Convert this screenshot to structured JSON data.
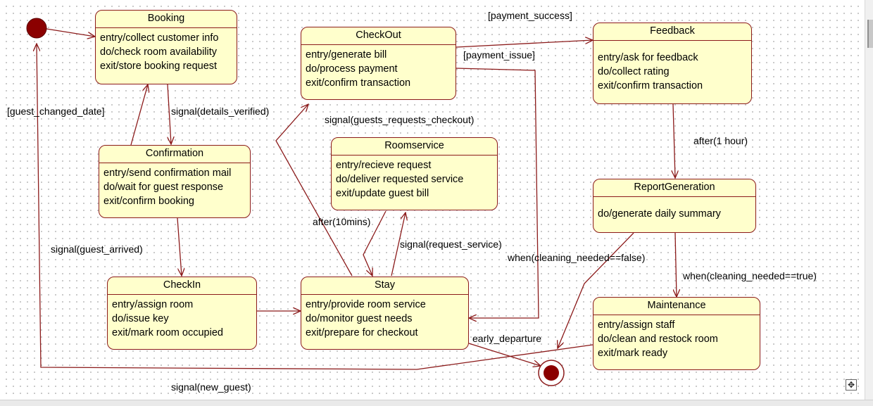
{
  "states": {
    "booking": {
      "name": "Booking",
      "activities": [
        "entry/collect customer info",
        "do/check room availability",
        "exit/store booking request"
      ]
    },
    "confirmation": {
      "name": "Confirmation",
      "activities": [
        "entry/send confirmation mail",
        "do/wait for guest response",
        "exit/confirm booking"
      ]
    },
    "checkin": {
      "name": "CheckIn",
      "activities": [
        "entry/assign room",
        "do/issue key",
        "exit/mark room occupied"
      ]
    },
    "checkout": {
      "name": "CheckOut",
      "activities": [
        "entry/generate bill",
        "do/process payment",
        "exit/confirm transaction"
      ]
    },
    "roomservice": {
      "name": "Roomservice",
      "activities": [
        "entry/recieve request",
        "do/deliver requested service",
        "exit/update guest bill"
      ]
    },
    "stay": {
      "name": "Stay",
      "activities": [
        "entry/provide room service",
        "do/monitor guest needs",
        "exit/prepare for checkout"
      ]
    },
    "feedback": {
      "name": "Feedback",
      "activities": [
        "entry/ask for feedback",
        "do/collect rating",
        "exit/confirm transaction"
      ]
    },
    "reportgeneration": {
      "name": "ReportGeneration",
      "activities": [
        "do/generate daily summary"
      ]
    },
    "maintenance": {
      "name": "Maintenance",
      "activities": [
        "entry/assign staff",
        "do/clean and restock room",
        "exit/mark ready"
      ]
    }
  },
  "transitions": {
    "guest_changed_date": "[guest_changed_date]",
    "details_verified": "signal(details_verified)",
    "guest_arrived": "signal(guest_arrived)",
    "guests_requests_checkout": "signal(guests_requests_checkout)",
    "payment_success": "[payment_success]",
    "payment_issue": "[payment_issue]",
    "after_10mins": "after(10mins)",
    "request_service": "signal(request_service)",
    "after_1_hour": "after(1 hour)",
    "cleaning_false": "when(cleaning_needed==false)",
    "cleaning_true": "when(cleaning_needed==true)",
    "early_departure": "early_departure",
    "new_guest": "signal(new_guest)"
  },
  "colors": {
    "state_fill": "#ffffcc",
    "state_border": "#8b1a1a",
    "initial_fill": "#8b0000"
  },
  "icons": {
    "move": "move-icon"
  }
}
